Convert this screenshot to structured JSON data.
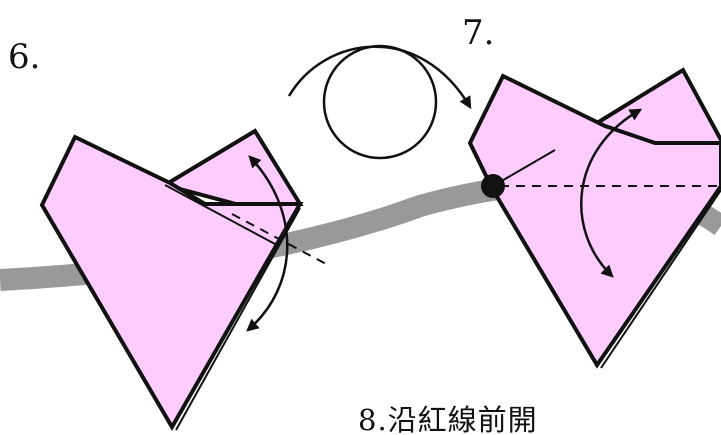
{
  "steps": {
    "step_6_label": "6.",
    "step_7_label": "7."
  },
  "caption": {
    "text": "8.沿紅線前開"
  },
  "colors": {
    "paper_fill": "#FFCCFF",
    "outline": "#111111",
    "strip": "#999999",
    "background": "#FFFFFF"
  },
  "icons": {
    "turn_over": "turn-over-arrow-icon",
    "fold_direction": "curved-fold-arrow-icon",
    "pivot_point": "pivot-dot-icon"
  }
}
